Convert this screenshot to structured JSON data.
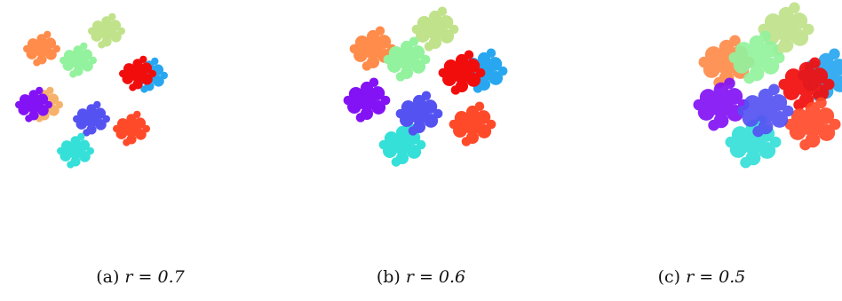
{
  "panels": [
    {
      "label": "(a)",
      "expr": "r = 0.7"
    },
    {
      "label": "(b)",
      "expr": "r = 0.6"
    },
    {
      "label": "(c)",
      "expr": "r = 0.5"
    }
  ],
  "colors": {
    "orange": "#ff8c4a",
    "lime": "#c0e28a",
    "mint": "#93f29d",
    "red": "#f20d0d",
    "sky": "#28a7f0",
    "violet": "#8312f5",
    "peach": "#f6b26b",
    "blue": "#5552f2",
    "coral": "#ff4a2a",
    "cyan": "#35e0d8"
  }
}
